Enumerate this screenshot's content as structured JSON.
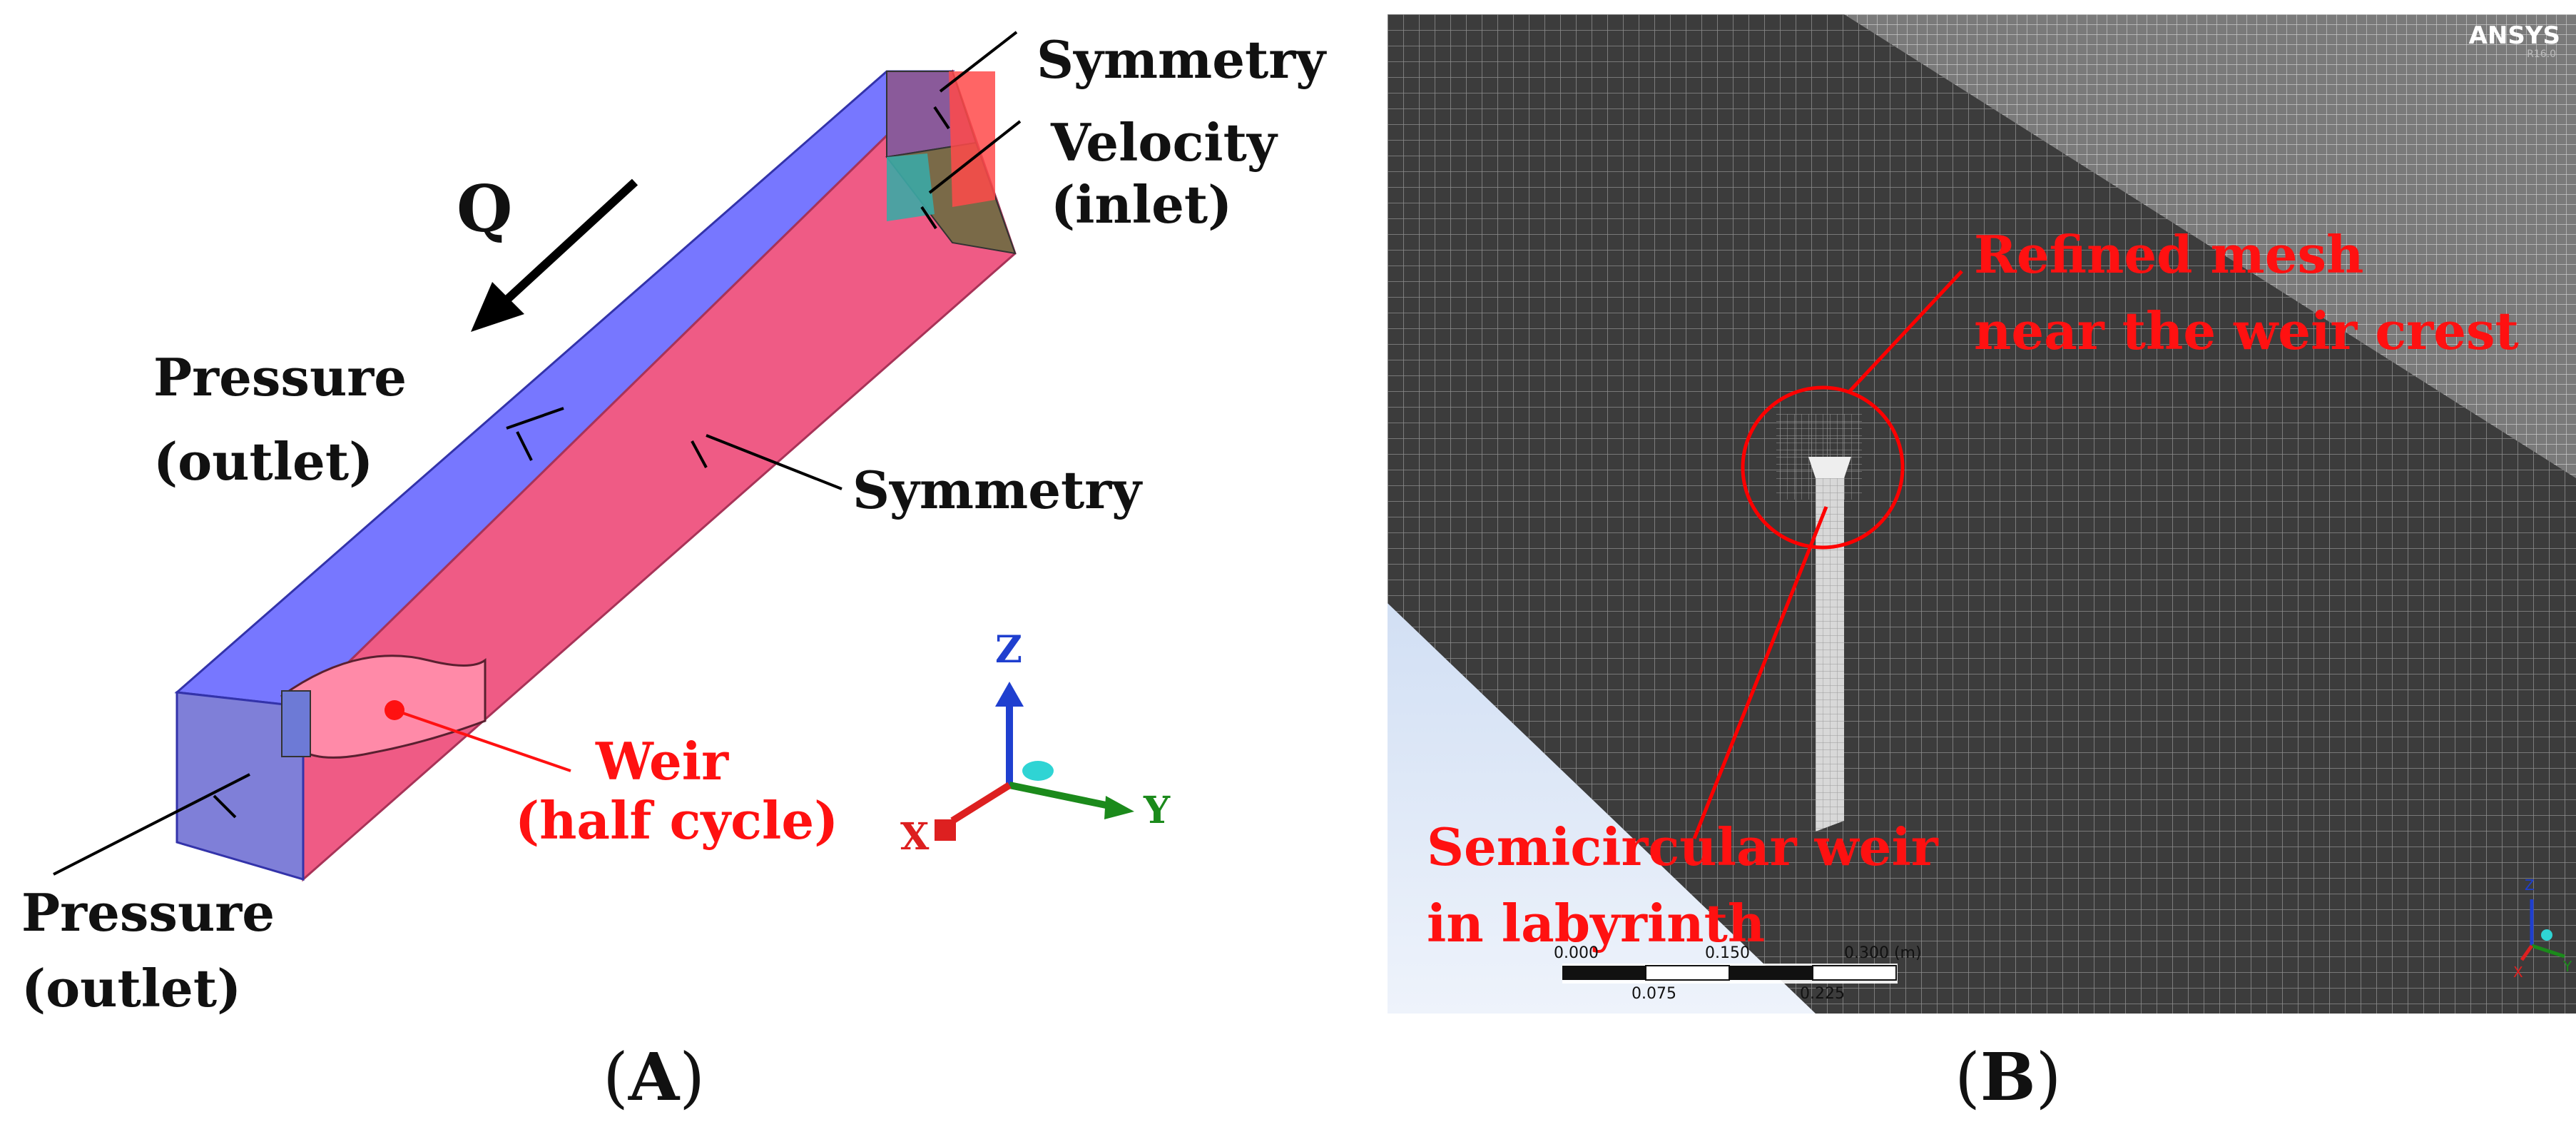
{
  "panel_a": {
    "caption_open": "(",
    "caption_letter": "A",
    "caption_close": ")",
    "flow_label": "Q",
    "labels": {
      "symmetry_top": "Symmetry",
      "velocity_inlet_1": "Velocity",
      "velocity_inlet_2": "(inlet)",
      "pressure_outlet_top_1": "Pressure",
      "pressure_outlet_top_2": "(outlet)",
      "symmetry_side": "Symmetry",
      "weir_1": "Weir",
      "weir_2": "(half cycle)",
      "pressure_outlet_bottom_1": "Pressure",
      "pressure_outlet_bottom_2": "(outlet)"
    },
    "axes": {
      "z": "Z",
      "x": "X",
      "y": "Y"
    },
    "colors": {
      "top_face": "#7777ff",
      "side_face": "#ef5b85",
      "end_face": "#7f7fd8",
      "inlet_symmetry": "#8a5a9a",
      "inlet_velocity": "#7a6a48",
      "inlet_teal": "#3ba9a5",
      "label_red": "#ff1111"
    }
  },
  "panel_b": {
    "caption_open": "(",
    "caption_letter": "B",
    "caption_close": ")",
    "logo": "ANSYS",
    "logo_sub": "R16.0",
    "refined_1": "Refined mesh",
    "refined_2": "near the weir crest",
    "weir_1": "Semicircular weir",
    "weir_2": "in labyrinth",
    "scale": {
      "t0": "0.000",
      "t1": "0.150",
      "t2": "0.300 (m)",
      "b1": "0.075",
      "b2": "0.225"
    },
    "axes": {
      "z": "Z",
      "x": "X",
      "y": "Y"
    },
    "colors": {
      "mesh_face": "#3c3c3c",
      "mesh_line": "#8c8c8c",
      "background": "#c9d9ef",
      "annotation": "#ff0000"
    }
  }
}
